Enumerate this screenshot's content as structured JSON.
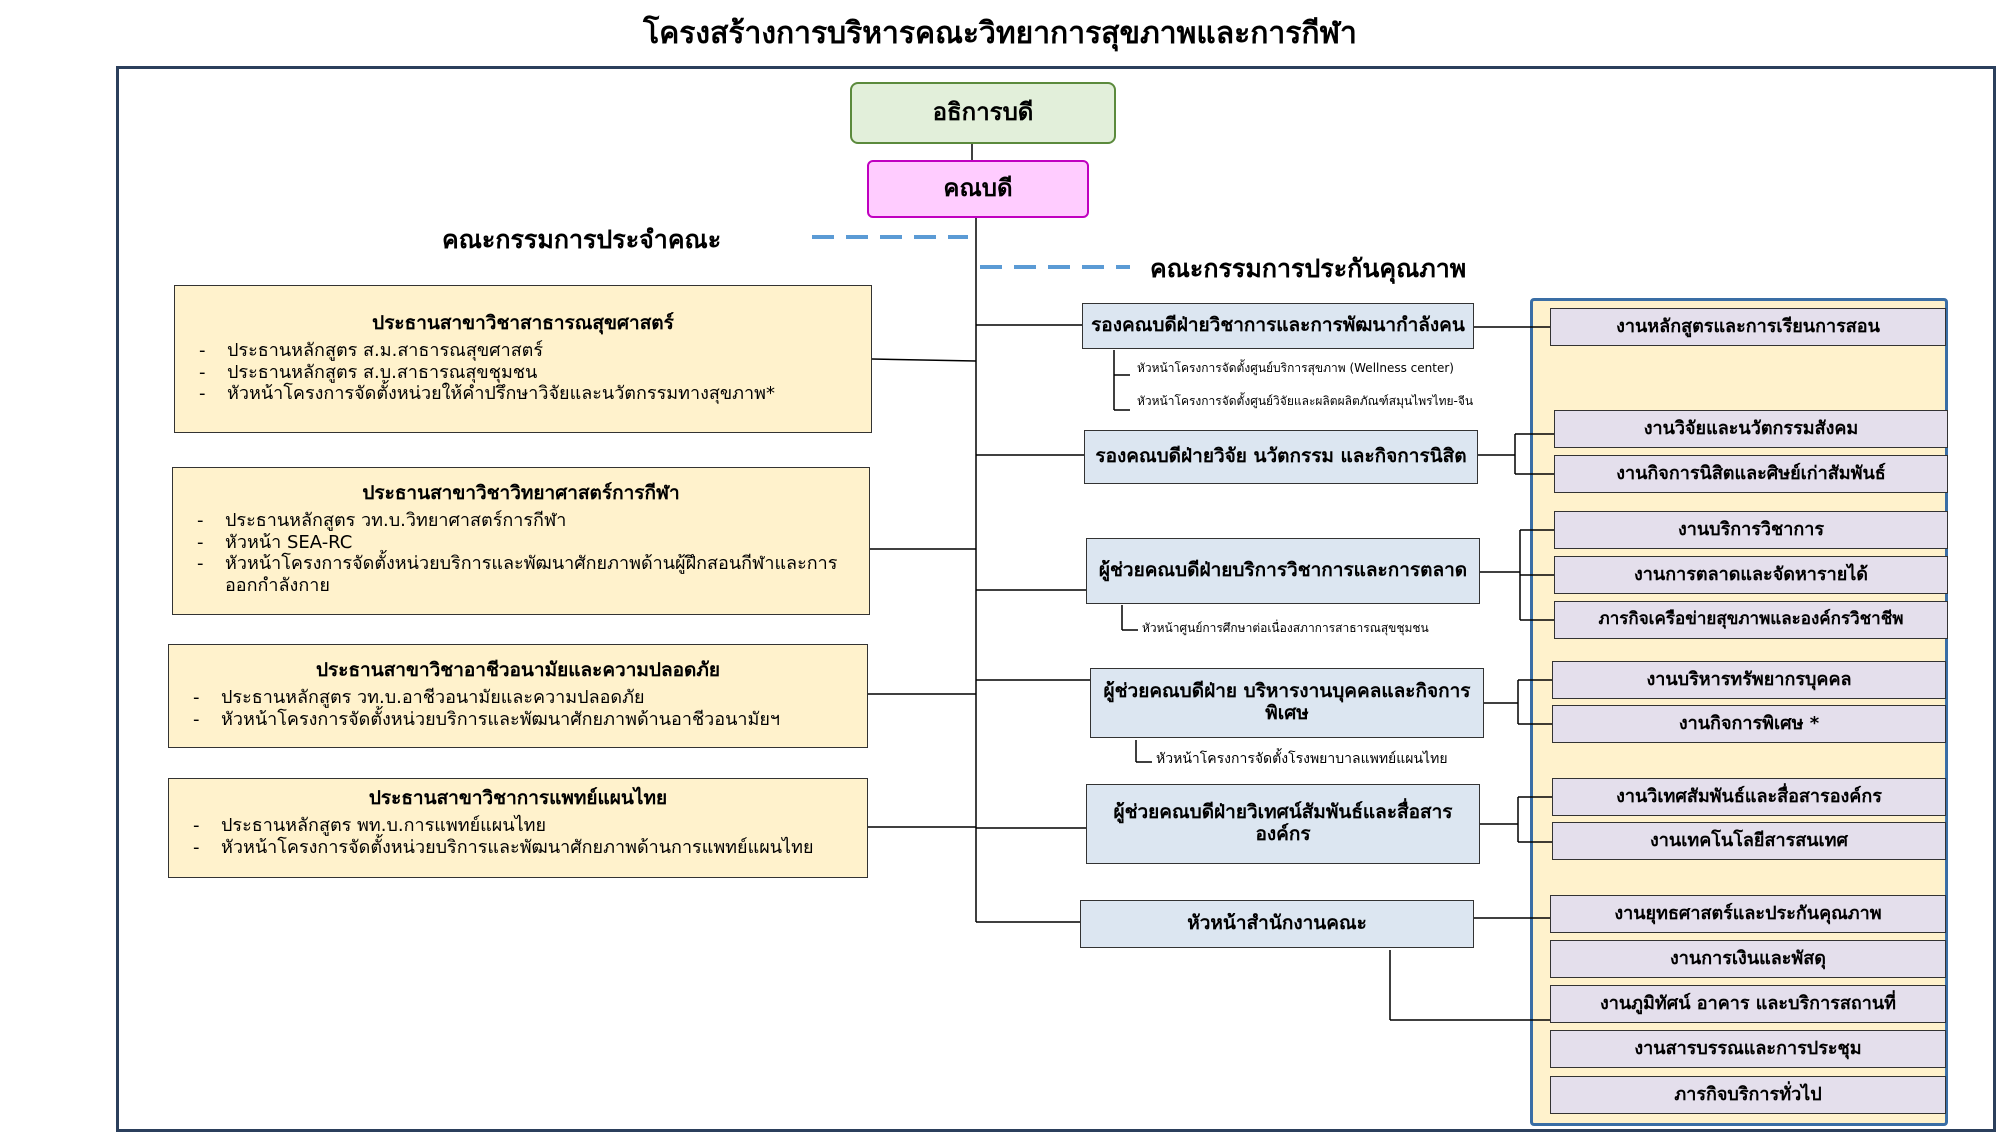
{
  "title": "โครงสร้างการบริหารคณะวิทยาการสุขภาพและการกีฬา",
  "root": "อธิการบดี",
  "dean": "คณบดี",
  "committees": {
    "faculty": "คณะกรรมการประจำคณะ",
    "qa": "คณะกรรมการประกันคุณภาพ"
  },
  "programs": [
    {
      "head": "ประธานสาขาวิชาสาธารณสุขศาสตร์",
      "items": [
        "ประธานหลักสูตร ส.ม.สาธารณสุขศาสตร์",
        "ประธานหลักสูตร ส.บ.สาธารณสุขชุมชน",
        "หัวหน้าโครงการจัดตั้งหน่วยให้คำปรึกษาวิจัยและนวัตกรรมทางสุขภาพ*"
      ]
    },
    {
      "head": "ประธานสาขาวิชาวิทยาศาสตร์การกีฬา",
      "items": [
        "ประธานหลักสูตร วท.บ.วิทยาศาสตร์การกีฬา",
        "หัวหน้า SEA-RC",
        "หัวหน้าโครงการจัดตั้งหน่วยบริการและพัฒนาศักยภาพด้านผู้ฝึกสอนกีฬาและการออกกำลังกาย"
      ]
    },
    {
      "head": "ประธานสาขาวิชาอาชีวอนามัยและความปลอดภัย",
      "items": [
        "ประธานหลักสูตร วท.บ.อาชีวอนามัยและความปลอดภัย",
        "หัวหน้าโครงการจัดตั้งหน่วยบริการและพัฒนาศักยภาพด้านอาชีวอนามัยฯ"
      ]
    },
    {
      "head": "ประธานสาขาวิชาการแพทย์แผนไทย",
      "items": [
        "ประธานหลักสูตร พท.บ.การแพทย์แผนไทย",
        "หัวหน้าโครงการจัดตั้งหน่วยบริการและพัฒนาศักยภาพด้านการแพทย์แผนไทย"
      ]
    }
  ],
  "managers": [
    "รองคณบดีฝ่ายวิชาการและการพัฒนากำลังคน",
    "รองคณบดีฝ่ายวิจัย นวัตกรรม และกิจการนิสิต",
    "ผู้ช่วยคณบดีฝ่ายบริการวิชาการและการตลาด",
    "ผู้ช่วยคณบดีฝ่าย บริหารงานบุคคลและกิจการพิเศษ",
    "ผู้ช่วยคณบดีฝ่ายวิเทศน์สัมพันธ์และสื่อสารองค์กร",
    "หัวหน้าสำนักงานคณะ"
  ],
  "notes": [
    "หัวหน้าโครงการจัดตั้งศูนย์บริการสุขภาพ (Wellness center)",
    "หัวหน้าโครงการจัดตั้งศูนย์วิจัยและผลิตผลิตภัณฑ์สมุนไพรไทย-จีน",
    "หัวหน้าศูนย์การศึกษาต่อเนื่องสภาการสาธารณสุขชุมชน",
    "หัวหน้าโครงการจัดตั้งโรงพยาบาลแพทย์แผนไทย"
  ],
  "units": [
    "งานหลักสูตรและการเรียนการสอน",
    "งานวิจัยและนวัตกรรมสังคม",
    "งานกิจการนิสิตและศิษย์เก่าสัมพันธ์",
    "งานบริการวิชาการ",
    "งานการตลาดและจัดหารายได้",
    "ภารกิจเครือข่ายสุขภาพและองค์กรวิชาชีพ",
    "งานบริหารทรัพยากรบุคคล",
    "งานกิจการพิเศษ *",
    "งานวิเทศสัมพันธ์และสื่อสารองค์กร",
    "งานเทคโนโลยีสารสนเทศ",
    "งานยุทธศาสตร์และประกันคุณภาพ",
    "งานการเงินและพัสดุ",
    "งานภูมิทัศน์ อาคาร และบริการสถานที่",
    "งานสารบรรณและการประชุม",
    "ภารกิจบริการทั่วไป"
  ],
  "colors": {
    "frame": "#2b3f5c",
    "root_fill": "#e2efda",
    "dean_fill": "#ffccff",
    "manager_fill": "#dce6f1",
    "unit_fill": "#e4dfec",
    "program_fill": "#fff2cc",
    "dashed_line": "#5b9bd5"
  }
}
